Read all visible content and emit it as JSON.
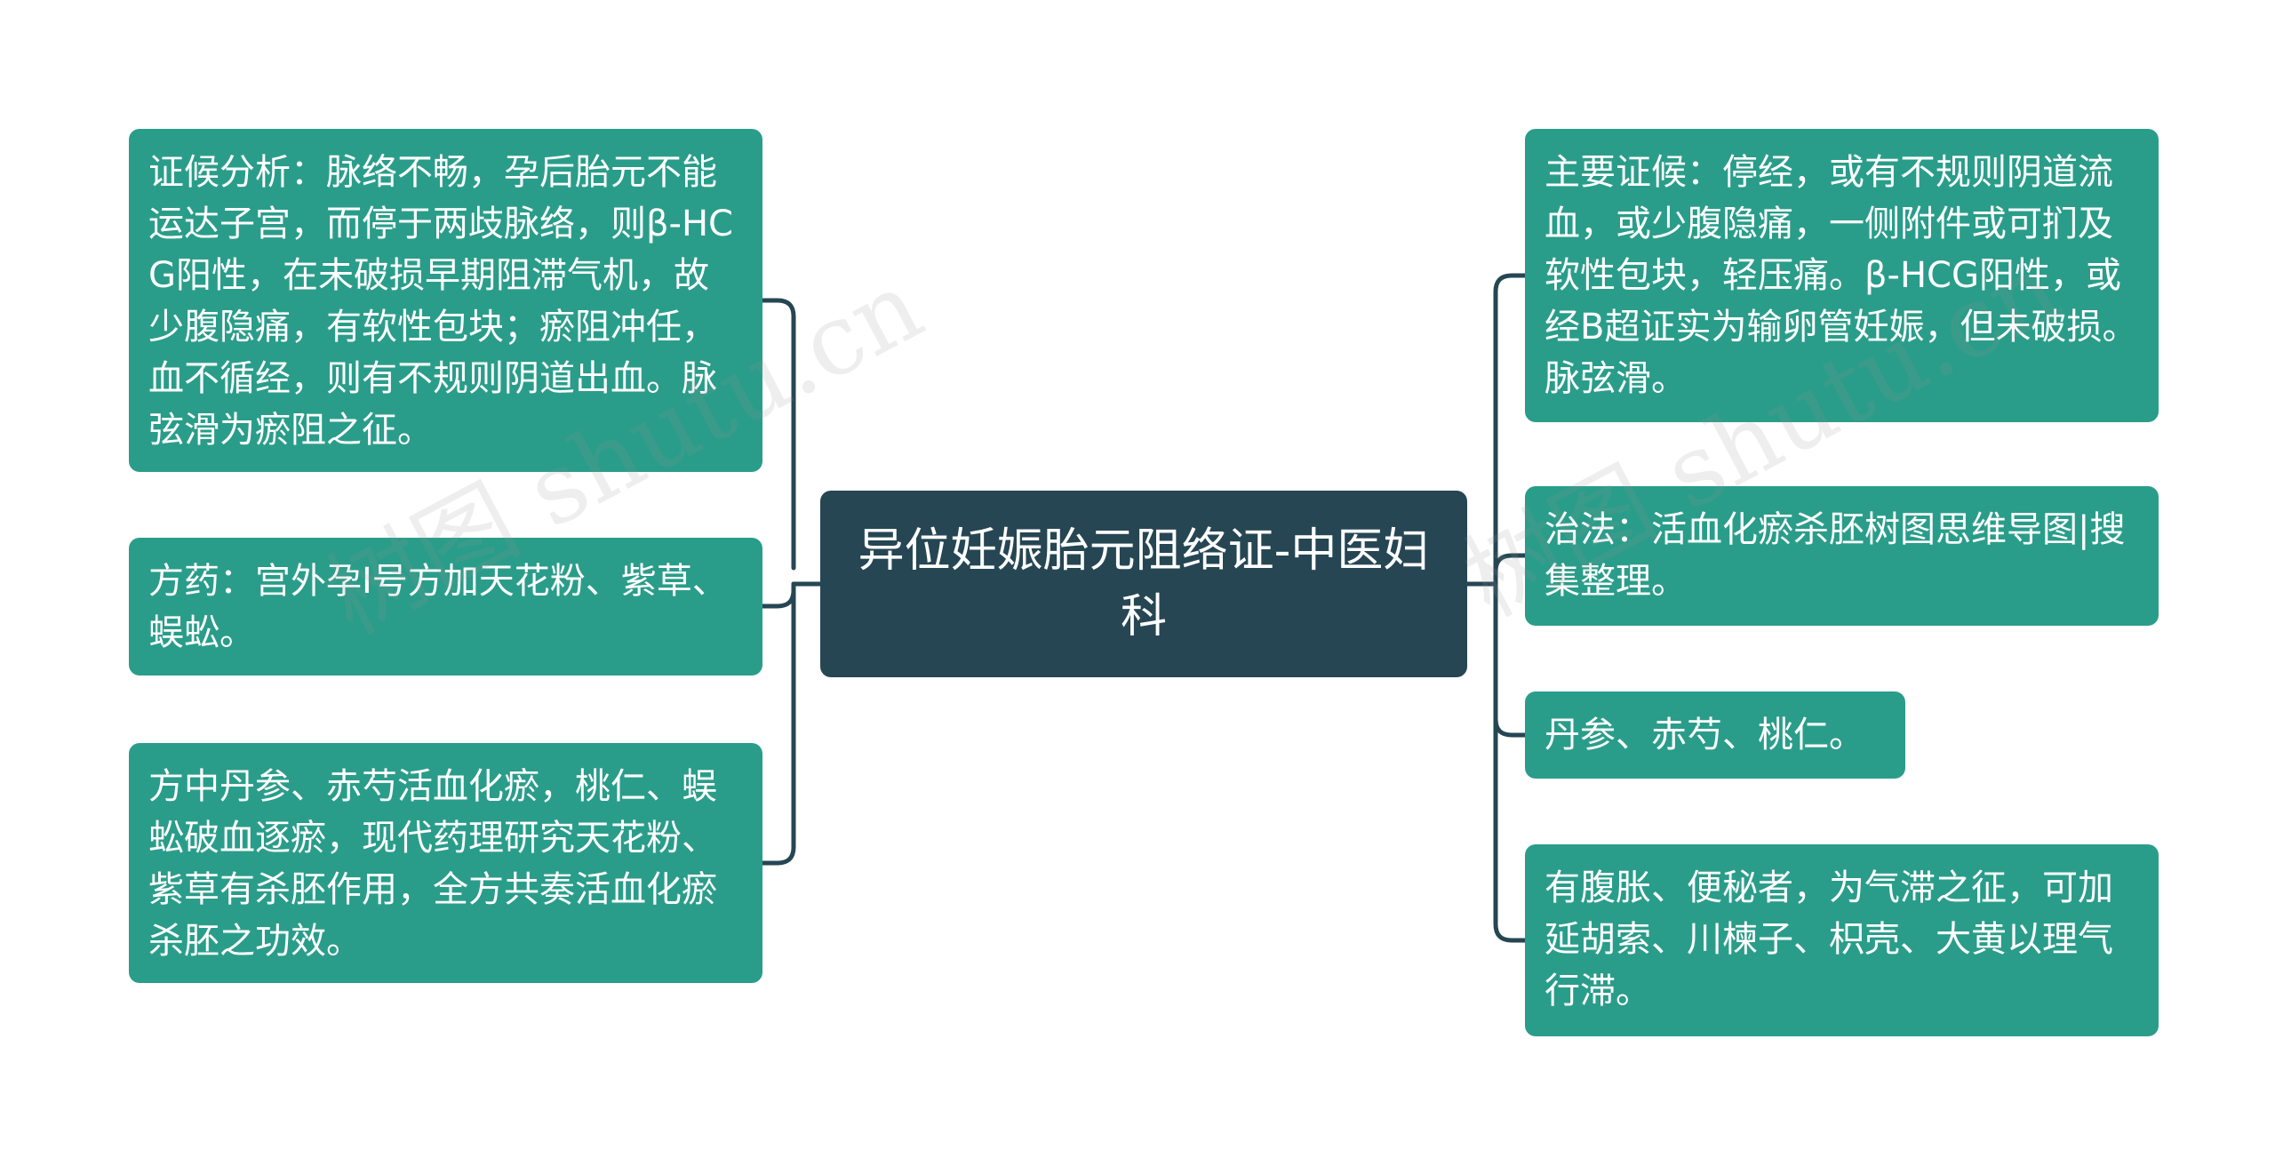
{
  "watermark": {
    "left_text": "树图 shutu.cn",
    "right_text": "树图 shutu.cn"
  },
  "colors": {
    "center_bg": "#264653",
    "node_bg": "#2a9d8a",
    "line": "#264653"
  },
  "center": {
    "title": "异位妊娠胎元阻络证-中医妇科"
  },
  "left_nodes": [
    {
      "text": "证候分析：脉络不畅，孕后胎元不能运达子宫，而停于两歧脉络，则β-HCG阳性，在未破损早期阻滞气机，故少腹隐痛，有软性包块；瘀阻冲任，血不循经，则有不规则阴道出血。脉弦滑为瘀阻之征。"
    },
    {
      "text": "方药：宫外孕Ⅰ号方加天花粉、紫草、蜈蚣。"
    },
    {
      "text": "方中丹参、赤芍活血化瘀，桃仁、蜈蚣破血逐瘀，现代药理研究天花粉、紫草有杀胚作用，全方共奏活血化瘀杀胚之功效。"
    }
  ],
  "right_nodes": [
    {
      "text": "主要证候：停经，或有不规则阴道流血，或少腹隐痛，一侧附件或可扪及软性包块，轻压痛。β-HCG阳性，或经B超证实为输卵管妊娠，但未破损。脉弦滑。"
    },
    {
      "text": "治法：活血化瘀杀胚树图思维导图|搜集整理。"
    },
    {
      "text": "丹参、赤芍、桃仁。"
    },
    {
      "text": "有腹胀、便秘者，为气滞之征，可加延胡索、川楝子、枳壳、大黄以理气行滞。"
    }
  ]
}
